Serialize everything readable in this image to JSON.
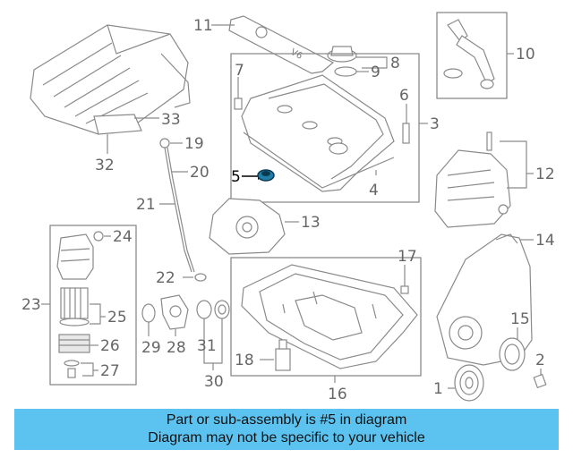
{
  "callouts": {
    "c1": "1",
    "c2": "2",
    "c3": "3",
    "c4": "4",
    "c5": "5",
    "c6": "6",
    "c7": "7",
    "c8": "8",
    "c9": "9",
    "c10": "10",
    "c11": "11",
    "c12": "12",
    "c13": "13",
    "c14": "14",
    "c15": "15",
    "c16": "16",
    "c17": "17",
    "c18": "18",
    "c19": "19",
    "c20": "20",
    "c21": "21",
    "c22": "22",
    "c23": "23",
    "c24": "24",
    "c25": "25",
    "c26": "26",
    "c27": "27",
    "c28": "28",
    "c29": "29",
    "c30": "30",
    "c31": "31",
    "c32": "32",
    "c33": "33"
  },
  "cover_badge": "V6",
  "highlight": {
    "part_number": "5",
    "color": "#1f7fa8"
  },
  "banner": {
    "line1": "Part or sub-assembly is #5 in diagram",
    "line2": "Diagram may not be specific to your vehicle",
    "color": "#5cc3f0"
  }
}
